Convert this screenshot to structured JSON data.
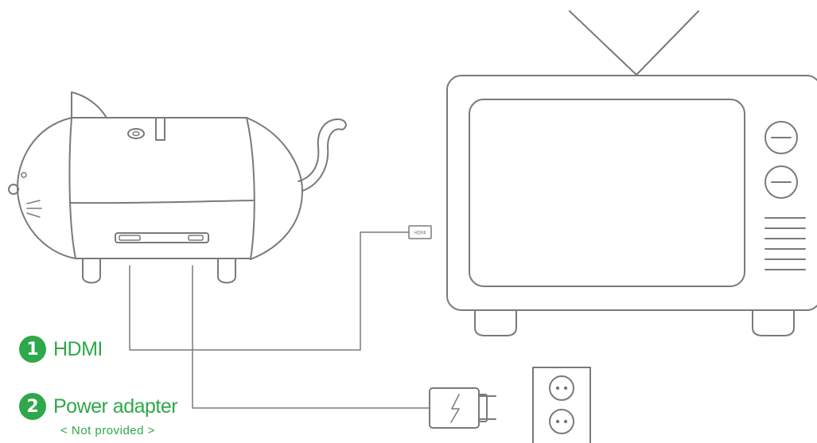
{
  "steps": [
    {
      "number": "1",
      "label": "HDMI"
    },
    {
      "number": "2",
      "label": "Power adapter"
    }
  ],
  "note": "< Not provided >",
  "port_label": "HDMI",
  "accent_color": "#2ea84a",
  "line_color": "#7a7a7a",
  "icons": [
    "cat-projector-icon",
    "retro-tv-icon",
    "hdmi-plug-icon",
    "power-adapter-icon",
    "wall-socket-icon"
  ]
}
